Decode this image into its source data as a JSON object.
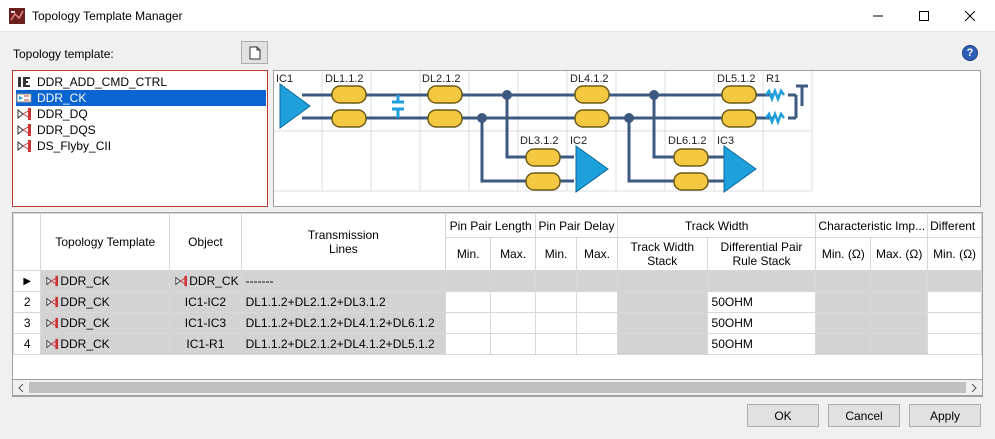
{
  "window": {
    "title": "Topology Template Manager",
    "minimize": "—",
    "maximize": "☐",
    "close": "✕"
  },
  "toolbar": {
    "label": "Topology template:",
    "help": "?"
  },
  "tree": {
    "items": [
      {
        "label": "DDR_ADD_CMD_CTRL",
        "selected": false
      },
      {
        "label": "DDR_CK",
        "selected": true
      },
      {
        "label": "DDR_DQ",
        "selected": false
      },
      {
        "label": "DDR_DQS",
        "selected": false
      },
      {
        "label": "DS_Flyby_CII",
        "selected": false
      }
    ]
  },
  "diagram": {
    "labels": [
      "IC1",
      "DL1.1.2",
      "DL2.1.2",
      "DL4.1.2",
      "DL5.1.2",
      "R1",
      "DL3.1.2",
      "IC2",
      "DL6.1.2",
      "IC3"
    ]
  },
  "grid": {
    "headers": {
      "topology_template": "Topology Template",
      "object": "Object",
      "transmission": "Transmission",
      "lines": "Lines",
      "pin_pair_length": "Pin Pair Length",
      "pin_pair_delay": "Pin Pair Delay",
      "track_width": "Track Width",
      "characteristic": "Characteristic Imp...",
      "different": "Different",
      "min": "Min.",
      "max": "Max.",
      "tw_stack": "Track Width Stack",
      "dp_rule_stack": "Differential Pair Rule Stack",
      "min_ohm": "Min. (Ω)",
      "max_ohm": "Max. (Ω)"
    },
    "rows": [
      {
        "num": "▶",
        "template": "DDR_CK",
        "object": "DDR_CK",
        "lines": "-------",
        "dp": ""
      },
      {
        "num": "2",
        "template": "DDR_CK",
        "object": "IC1-IC2",
        "lines": "DL1.1.2+DL2.1.2+DL3.1.2",
        "dp": "50OHM"
      },
      {
        "num": "3",
        "template": "DDR_CK",
        "object": "IC1-IC3",
        "lines": "DL1.1.2+DL2.1.2+DL4.1.2+DL6.1.2",
        "dp": "50OHM"
      },
      {
        "num": "4",
        "template": "DDR_CK",
        "object": "IC1-R1",
        "lines": "DL1.1.2+DL2.1.2+DL4.1.2+DL5.1.2",
        "dp": "50OHM"
      }
    ]
  },
  "buttons": {
    "ok": "OK",
    "cancel": "Cancel",
    "apply": "Apply"
  },
  "colors": {
    "selection": "#0a64d2",
    "line": "#3c5a80",
    "cyan": "#1ea0dc",
    "dl_fill": "#f5c842"
  }
}
